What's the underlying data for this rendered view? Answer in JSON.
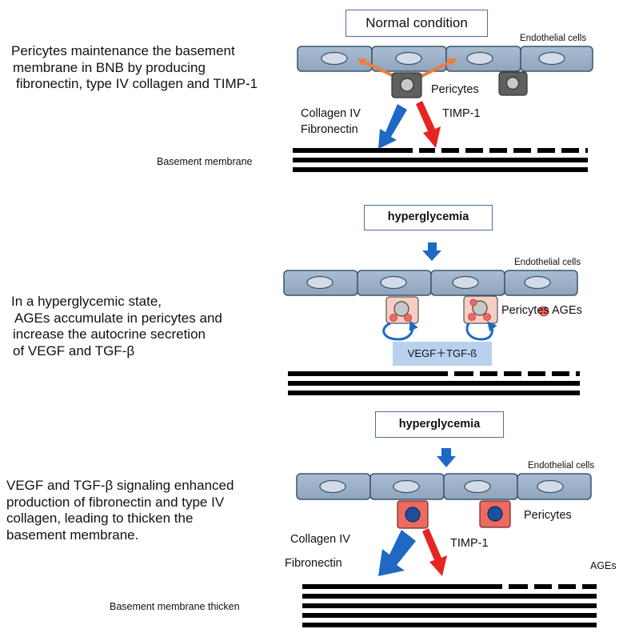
{
  "panel1": {
    "title": "Normal condition",
    "description": [
      "Pericytes maintenance the basement",
      "membrane in BNB by producing",
      "fibronectin, type IV collagen and TIMP-1"
    ],
    "endothelial_label": "Endothelial cells",
    "pericytes_label": "Pericytes",
    "collagen_label": "Collagen IV",
    "fibronectin_label": "Fibronectin",
    "timp_label": "TIMP-1",
    "membrane_label": "Basement membrane"
  },
  "panel2": {
    "title": "hyperglycemia",
    "description": [
      "In a hyperglycemic state,",
      "AGEs accumulate in pericytes and",
      "increase the autocrine secretion",
      "of VEGF and TGF-β"
    ],
    "endothelial_label": "Endothelial cells",
    "pericytes_label": "Pericytes",
    "ages_label": "AGEs",
    "vegf_label": "VEGF",
    "plus_label": "＋",
    "tgf_label": "TGF-ß"
  },
  "panel3": {
    "title": "hyperglycemia",
    "description": [
      "VEGF and TGF-β signaling enhanced",
      "production of fibronectin and type IV",
      "collagen, leading to thicken the",
      "basement membrane."
    ],
    "endothelial_label": "Endothelial cells",
    "pericytes_label": "Pericytes",
    "collagen_label": "Collagen IV",
    "fibronectin_label": "Fibronectin",
    "timp_label": "TIMP-1",
    "ages_label": "AGEs",
    "membrane_label": "Basement membrane thicken"
  },
  "colors": {
    "cell_fill": "#9fb3c8",
    "cell_stroke": "#3d556e",
    "nucleus_fill": "#d3dce6",
    "pericyte_normal": "#5f5f5f",
    "pericyte_ages": "#f6cfc2",
    "pericyte_active": "#ee6a5f",
    "ages_dot": "#ee6a6a",
    "arrow_blue": "#1f68c4",
    "arrow_red": "#e52424",
    "arrow_orange": "#ef7d3d",
    "membrane": "#000000",
    "vegf_box": "#b7d1ee",
    "title_box_border": "#4a6fa1"
  }
}
